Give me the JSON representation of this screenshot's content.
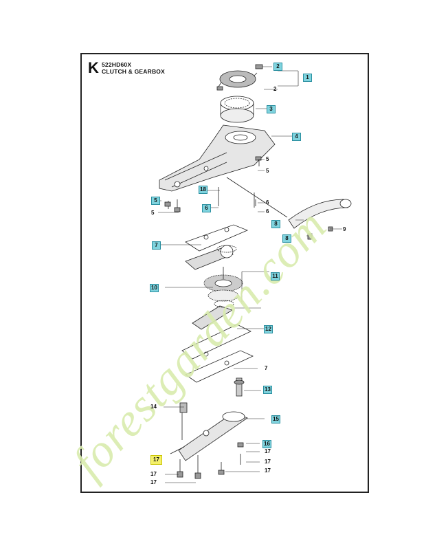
{
  "header": {
    "section_letter": "K",
    "model": "522HD60X",
    "title": "CLUTCH & GEARBOX"
  },
  "watermark": {
    "text": "forestgarden.com",
    "color_orange": "#f6c27a",
    "color_green": "#d9ecae",
    "color_grey": "#c8c4b8"
  },
  "colors": {
    "callout_fill": "#7fd3de",
    "highlight_fill": "#f4f06a",
    "line": "#222222"
  },
  "callouts": [
    {
      "id": "c1",
      "label": "1",
      "style": "boxed"
    },
    {
      "id": "c2a",
      "label": "2",
      "style": "boxed"
    },
    {
      "id": "c2b",
      "label": "2",
      "style": "plain"
    },
    {
      "id": "c3",
      "label": "3",
      "style": "boxed"
    },
    {
      "id": "c4",
      "label": "4",
      "style": "boxed"
    },
    {
      "id": "c5a",
      "label": "5",
      "style": "plain"
    },
    {
      "id": "c5b",
      "label": "5",
      "style": "plain"
    },
    {
      "id": "c5c",
      "label": "5",
      "style": "boxed"
    },
    {
      "id": "c5d",
      "label": "5",
      "style": "plain"
    },
    {
      "id": "c6a",
      "label": "6",
      "style": "boxed"
    },
    {
      "id": "c6b",
      "label": "6",
      "style": "plain"
    },
    {
      "id": "c6c",
      "label": "6",
      "style": "plain"
    },
    {
      "id": "c8a",
      "label": "8",
      "style": "boxed"
    },
    {
      "id": "c8b",
      "label": "8",
      "style": "boxed"
    },
    {
      "id": "c9",
      "label": "9",
      "style": "plain"
    },
    {
      "id": "c18",
      "label": "18",
      "style": "boxed"
    },
    {
      "id": "c7a",
      "label": "7",
      "style": "boxed"
    },
    {
      "id": "c11",
      "label": "11",
      "style": "boxed"
    },
    {
      "id": "c10",
      "label": "10",
      "style": "boxed"
    },
    {
      "id": "c12",
      "label": "12",
      "style": "boxed"
    },
    {
      "id": "c7b",
      "label": "7",
      "style": "plain"
    },
    {
      "id": "c13",
      "label": "13",
      "style": "boxed"
    },
    {
      "id": "c14",
      "label": "14",
      "style": "plain"
    },
    {
      "id": "c15",
      "label": "15",
      "style": "boxed"
    },
    {
      "id": "c16",
      "label": "16",
      "style": "boxed"
    },
    {
      "id": "c17a",
      "label": "17",
      "style": "plain"
    },
    {
      "id": "c17b",
      "label": "17",
      "style": "highlight"
    },
    {
      "id": "c17c",
      "label": "17",
      "style": "plain"
    },
    {
      "id": "c17d",
      "label": "17",
      "style": "plain"
    },
    {
      "id": "c17e",
      "label": "17",
      "style": "plain"
    },
    {
      "id": "c17f",
      "label": "17",
      "style": "plain"
    }
  ]
}
